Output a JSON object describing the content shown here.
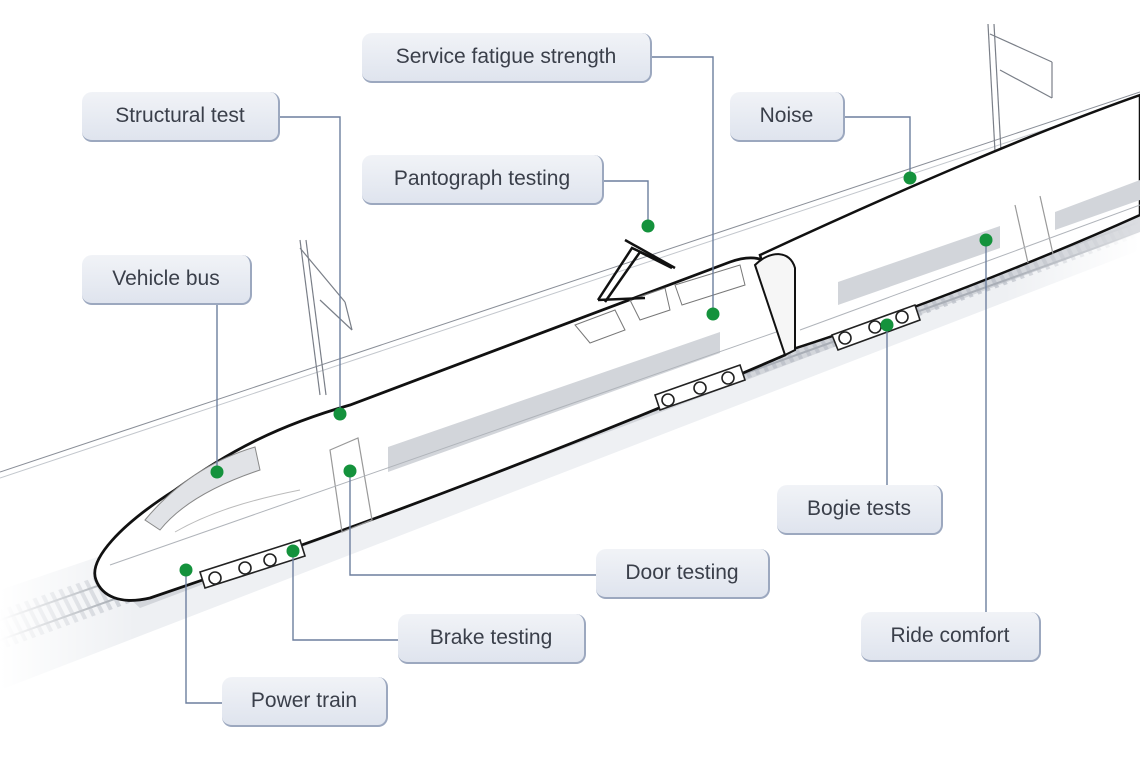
{
  "colors": {
    "marker": "#14923c",
    "leader": "#6d7f9e",
    "label_bg": "#e6e9f0",
    "label_text": "#3a3f4a"
  },
  "labels": {
    "service_fatigue": "Service fatigue strength",
    "structural": "Structural test",
    "noise": "Noise",
    "pantograph": "Pantograph testing",
    "vehicle_bus": "Vehicle bus",
    "bogie": "Bogie tests",
    "door": "Door testing",
    "ride_comfort": "Ride comfort",
    "brake": "Brake testing",
    "power_train": "Power train"
  }
}
